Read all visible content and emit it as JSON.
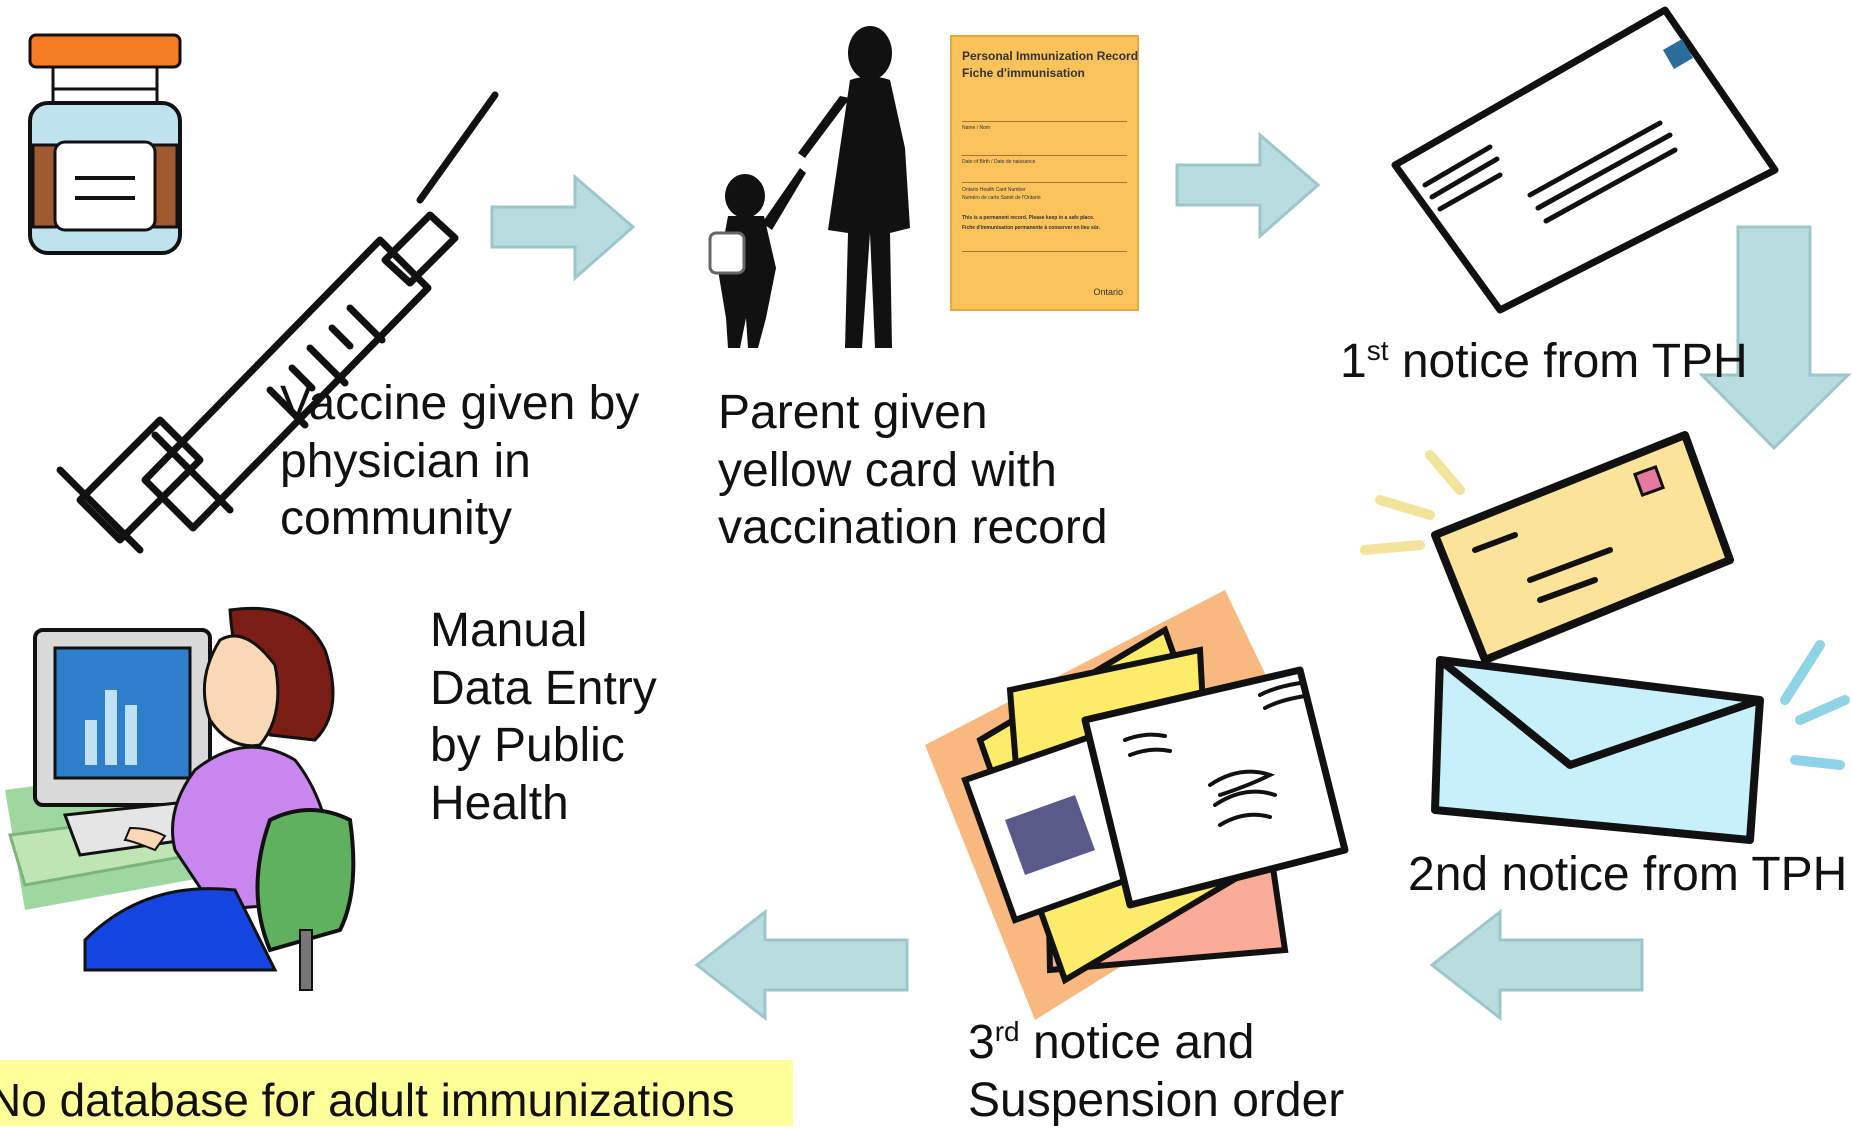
{
  "steps": {
    "vaccine": [
      "Vaccine given by",
      "physician in",
      "community"
    ],
    "parent": [
      "Parent given",
      "yellow card with",
      "vaccination record"
    ],
    "first_notice": {
      "num": "1",
      "sup": "st",
      "text": "notice from TPH"
    },
    "second_notice": "2nd notice from TPH",
    "third_notice": {
      "num": "3",
      "sup": "rd",
      "line1_rest": "notice  and",
      "line2": "Suspension order"
    },
    "data_entry": [
      "Manual",
      "Data Entry",
      "by Public",
      "Health"
    ]
  },
  "immunization_card": {
    "title_en": "Personal Immunization Record",
    "title_fr": "Fiche d'immunisation",
    "field1": "Name / Nom",
    "field2": "Date of Birth / Date de naissance",
    "field3": "Ontario Health Card Number",
    "field4": "Numéro de carte Santé de l'Ontario",
    "notice1": "This is a permanent record. Please keep in a safe place.",
    "notice2": "Fiche d'immunisation permanente à conserver en lieu sûr.",
    "logo": "Ontario"
  },
  "footnote": "No database for adult immunizations",
  "colors": {
    "arrow_fill": "#b9dcdf",
    "arrow_stroke": "#9cc6ca",
    "card": "#f9c25a",
    "highlight": "#ffff99"
  },
  "icons": [
    "vial-icon",
    "syringe-icon",
    "parent-child-silhouette-icon",
    "envelope-icon",
    "mail-envelopes-icon",
    "mail-pile-icon",
    "computer-user-icon"
  ]
}
